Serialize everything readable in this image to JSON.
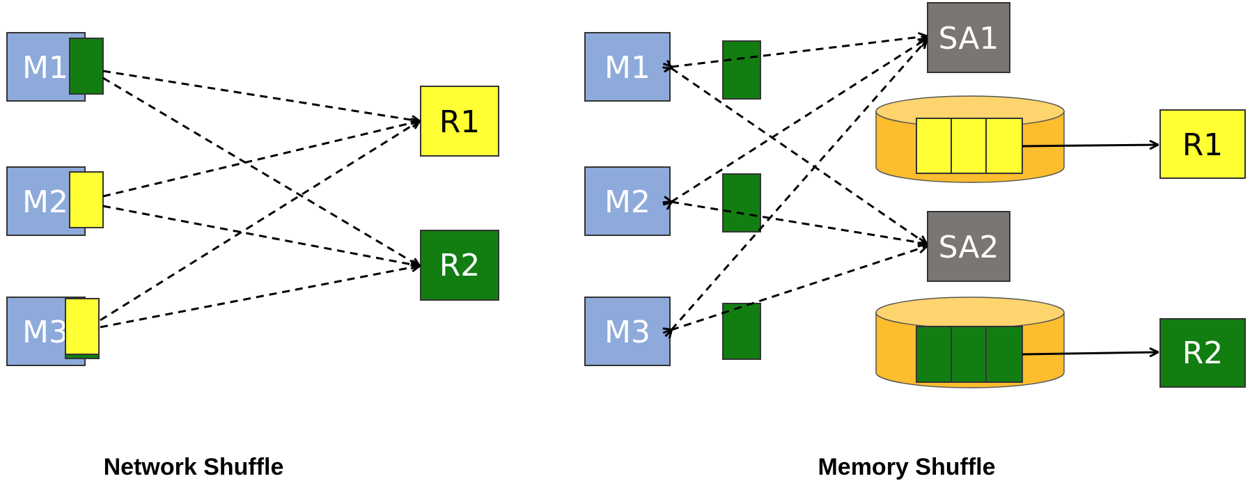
{
  "colors": {
    "mapper": "#8eaadb",
    "green": "#127e12",
    "yellow": "#ffff33",
    "sa": "#7a7673",
    "cylinder": "#fcbd2e",
    "cylinder_top": "#fdd46d"
  },
  "network": {
    "caption": "Network Shuffle",
    "mappers": [
      {
        "label": "M1",
        "partition": "green"
      },
      {
        "label": "M2",
        "partition": "yellow"
      },
      {
        "label": "M3",
        "partition": "yellow"
      }
    ],
    "reducers": [
      {
        "label": "R1",
        "color": "yellow"
      },
      {
        "label": "R2",
        "color": "green"
      }
    ]
  },
  "memory": {
    "caption": "Memory Shuffle",
    "mappers": [
      {
        "label": "M1"
      },
      {
        "label": "M2"
      },
      {
        "label": "M3"
      }
    ],
    "stores": [
      {
        "label": "SA1"
      },
      {
        "label": "SA2"
      }
    ],
    "reducers": [
      {
        "label": "R1",
        "color": "yellow"
      },
      {
        "label": "R2",
        "color": "green"
      }
    ]
  }
}
